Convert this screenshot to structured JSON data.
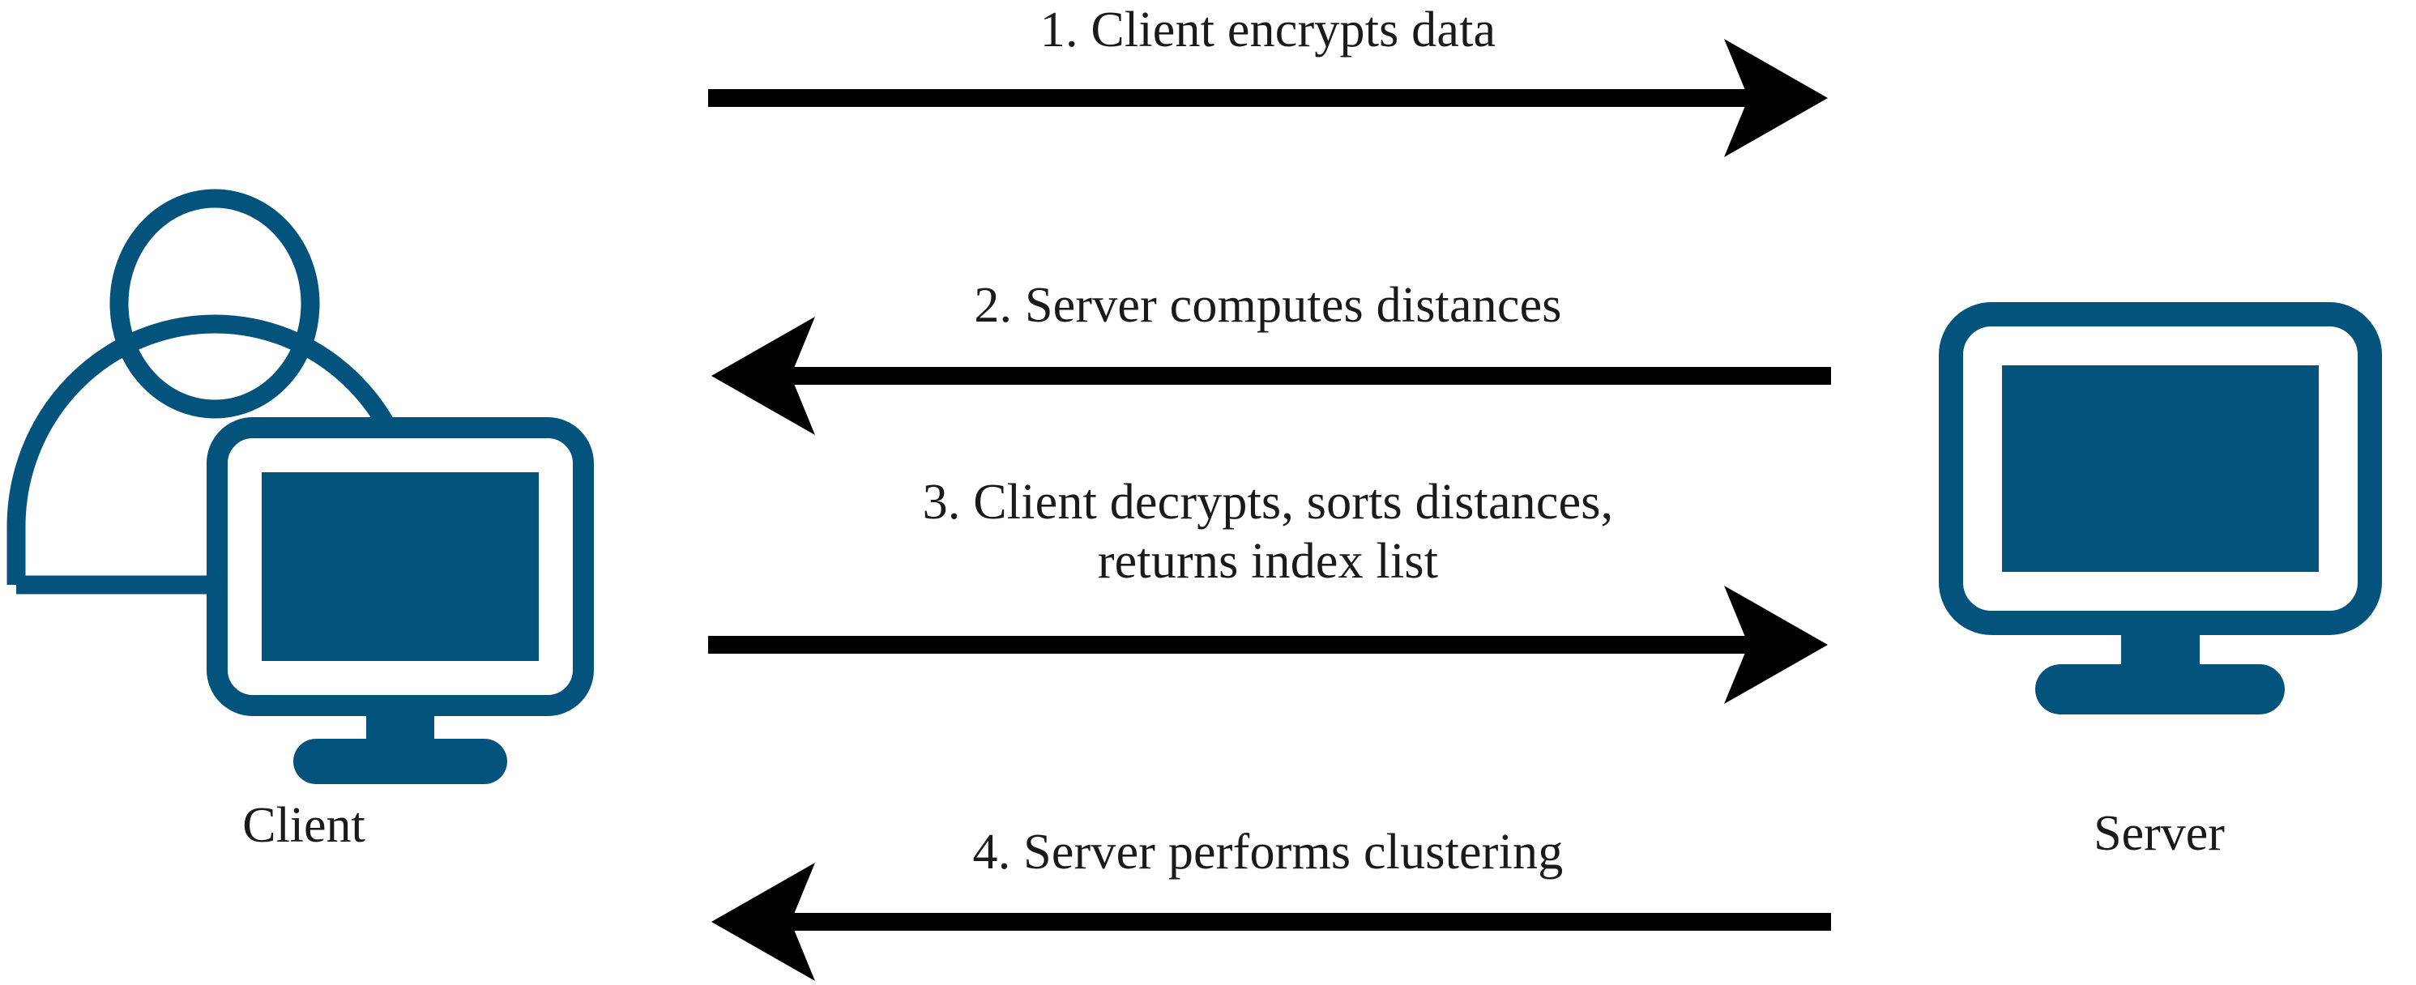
{
  "diagram": {
    "title": "Client-Server encrypted clustering protocol sequence",
    "background_color": "#ffffff",
    "icon_color": "#04537d",
    "arrow_color": "#000000",
    "text_color": "#1a1a1a"
  },
  "endpoints": {
    "client": {
      "label": "Client",
      "icon": "person-with-monitor-icon"
    },
    "server": {
      "label": "Server",
      "icon": "monitor-icon"
    }
  },
  "messages": [
    {
      "step": "1",
      "label": "1. Client encrypts data",
      "lines": [
        "1. Client encrypts data"
      ],
      "direction": "client-to-server",
      "arrow_name": "arrow-right-step-1"
    },
    {
      "step": "2",
      "label": "2. Server computes distances",
      "lines": [
        "2. Server computes distances"
      ],
      "direction": "server-to-client",
      "arrow_name": "arrow-left-step-2"
    },
    {
      "step": "3",
      "label": "3. Client decrypts, sorts distances, returns index list",
      "lines": [
        "3. Client decrypts, sorts distances,",
        "returns index list"
      ],
      "direction": "client-to-server",
      "arrow_name": "arrow-right-step-3"
    },
    {
      "step": "4",
      "label": "4. Server performs clustering",
      "lines": [
        "4. Server performs clustering"
      ],
      "direction": "server-to-client",
      "arrow_name": "arrow-left-step-4"
    }
  ]
}
